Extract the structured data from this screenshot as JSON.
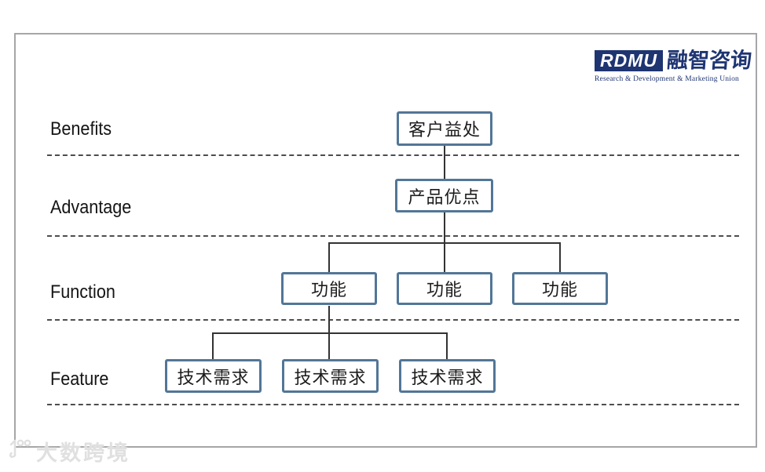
{
  "logo": {
    "acronym": "RDMU",
    "name": "融智咨询",
    "subtitle": "Research & Development & Marketing Union",
    "navy_color": "#1e3572"
  },
  "rows": [
    {
      "label": "Benefits"
    },
    {
      "label": "Advantage"
    },
    {
      "label": "Function"
    },
    {
      "label": "Feature"
    }
  ],
  "diagram": {
    "benefit_node": "客户益处",
    "advantage_node": "产品优点",
    "function_nodes": [
      "功能",
      "功能",
      "功能"
    ],
    "feature_nodes": [
      "技术需求",
      "技术需求",
      "技术需求"
    ],
    "box_border_color": "#527697",
    "connector_color": "#333333",
    "separator_style": "dashed",
    "frame_border_color": "#a6a6a6"
  },
  "watermark": {
    "text": "大数跨境",
    "icon": "ten-circles-logo",
    "color": "#e0e0e0"
  }
}
